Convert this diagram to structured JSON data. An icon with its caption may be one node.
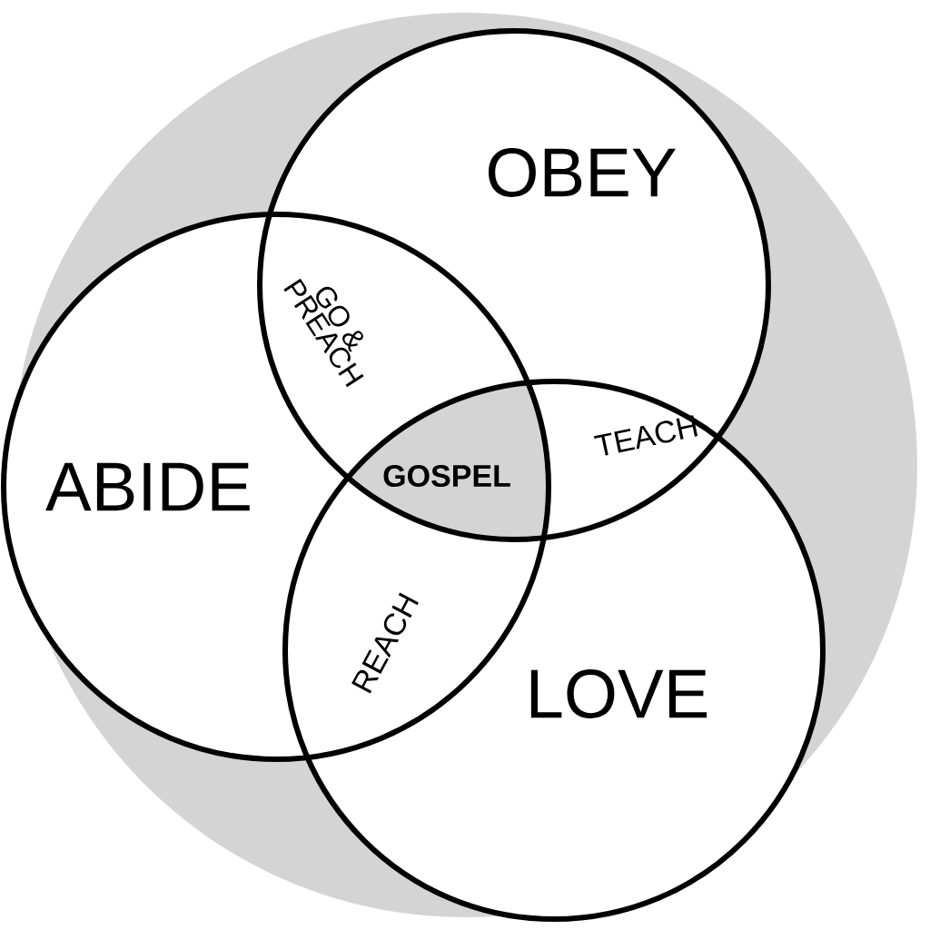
{
  "diagram": {
    "nodes": [
      {
        "text": [
          "OBEY"
        ]
      },
      {
        "text": [
          "ABIDE"
        ]
      },
      {
        "text": [
          "LOVE"
        ]
      }
    ],
    "labels": [
      "GO & PREACH",
      "TEACH",
      "GOSPEL",
      "REACH"
    ]
  }
}
